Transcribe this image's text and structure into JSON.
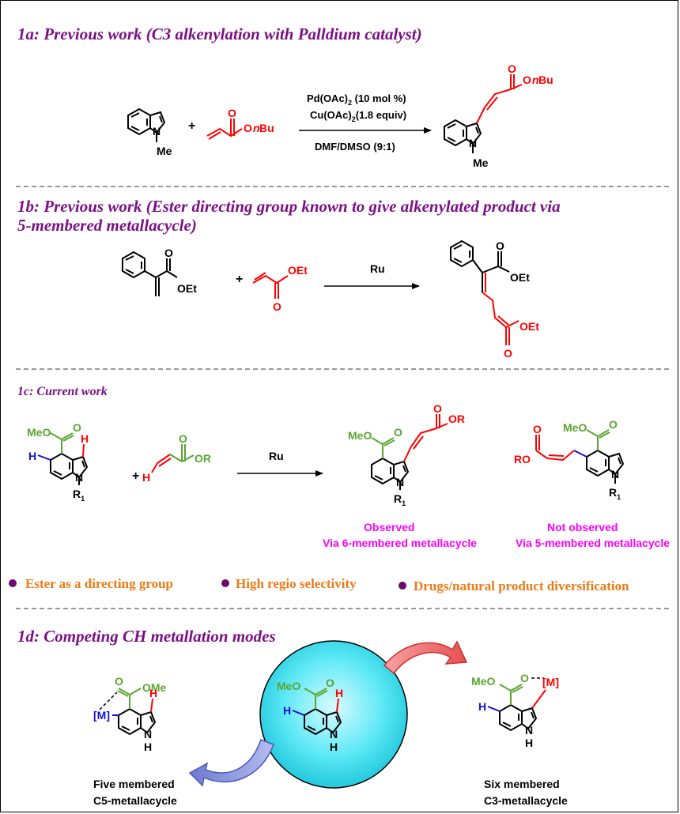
{
  "sections": {
    "s1a": {
      "title": "1a: Previous work (C3 alkenylation with Palldium catalyst)"
    },
    "s1b": {
      "title_line1": "1b: Previous work (Ester directing group known to give alkenylated product via",
      "title_line2": "5-membered metallacycle)"
    },
    "s1c": {
      "title": "1c: Current work"
    },
    "s1d": {
      "title": "1d: Competing CH metallation modes"
    }
  },
  "reaction_1a": {
    "cond_line1_main": "Pd(OAc)",
    "cond_line1_sub": "2",
    "cond_line1_rest": " (10 mol %)",
    "cond_line2_main": "Cu(OAc)",
    "cond_line2_sub": "2",
    "cond_line2_rest": "(1.8 equiv)",
    "cond_line3": "DMF/DMSO (9:1)",
    "plus": "+",
    "me": "Me",
    "n": "N",
    "reagent_o": "O",
    "reagent_obu": "O",
    "reagent_n": "n",
    "reagent_bu": "Bu",
    "product_o": "O",
    "product_obu": "O",
    "product_n": "n",
    "product_bu": "Bu"
  },
  "reaction_1b": {
    "catalyst": "Ru",
    "plus": "+",
    "oet": "OEt",
    "o": "O"
  },
  "reaction_1c": {
    "catalyst": "Ru",
    "plus": "+",
    "meo": "MeO",
    "o": "O",
    "h": "H",
    "n": "N",
    "r": "R",
    "r_sub": "1",
    "or": "OR",
    "ro": "RO",
    "observed": "Observed",
    "observed_via": "Via 6-membered metallacycle",
    "not_observed": "Not observed",
    "not_observed_via": "Via 5-membered metallacycle"
  },
  "bullets": [
    "Ester as a directing group",
    "High regio selectivity",
    "Drugs/natural product diversification"
  ],
  "section_1d": {
    "meo": "MeO",
    "ome": "OMe",
    "o": "O",
    "h": "H",
    "nh_n": "N",
    "nh_h": "H",
    "m": "[M]",
    "left_caption_1": "Five membered",
    "left_caption_2": "C5-metallacycle",
    "right_caption_1": "Six membered",
    "right_caption_2": "C3-metallacycle"
  },
  "colors": {
    "title": "#7a0f86",
    "red": "#ff0000",
    "green": "#5aa530",
    "blue": "#1010d0",
    "magenta": "#ff00ff",
    "orange": "#ee7a16",
    "bullet": "#6a0a6a",
    "cyan": "#44e3f2"
  }
}
